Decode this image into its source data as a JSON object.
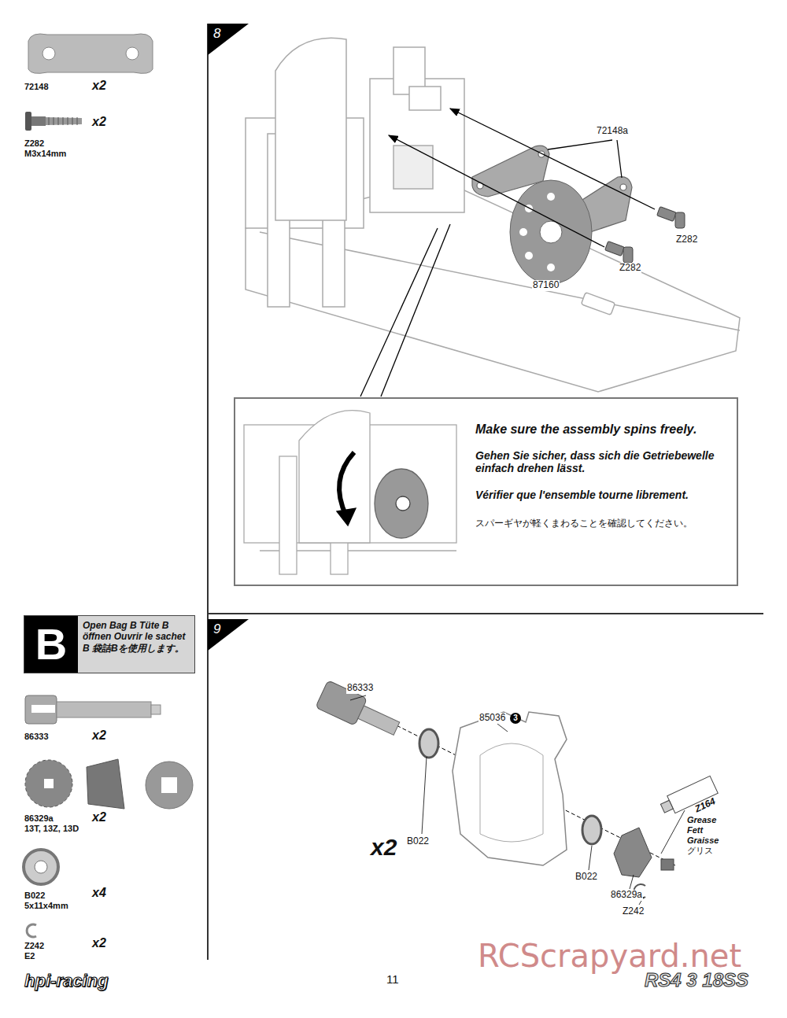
{
  "diagram": {
    "nodes": [
      {
        "text": [
          "8"
        ]
      },
      {
        "text": [
          "Make sure the assembly spins freely.",
          "Gehen Sie sicher, dass sich die Getriebewelle einfach drehen lässt.",
          "Vérifier que l'ensemble tourne librement.",
          "スパーギヤが軽くまわることを確認してください。"
        ]
      },
      {
        "text": [
          "B",
          "Open Bag B Tüte B öffnen Ouvrir le sachet B 袋詰Bを使用します。"
        ]
      },
      {
        "text": [
          "9"
        ]
      }
    ],
    "labels": [
      "72148",
      "x2",
      "Z282",
      "M3x14mm",
      "x2",
      "72148a",
      "Z282",
      "Z282",
      "87160",
      "86333",
      "x2",
      "86329a",
      "13T, 13Z, 13D",
      "x2",
      "B022",
      "5x11x4mm",
      "x4",
      "Z242",
      "E2",
      "x2",
      "86333",
      "85036",
      "3",
      "Z164",
      "Grease",
      "Fett",
      "Graisse",
      "グリス",
      "B022",
      "B022",
      "86329a",
      "Z242",
      "x2",
      "11",
      "hpi-racing",
      "RS4 3 18SS",
      "RCScrapyard.net"
    ]
  }
}
